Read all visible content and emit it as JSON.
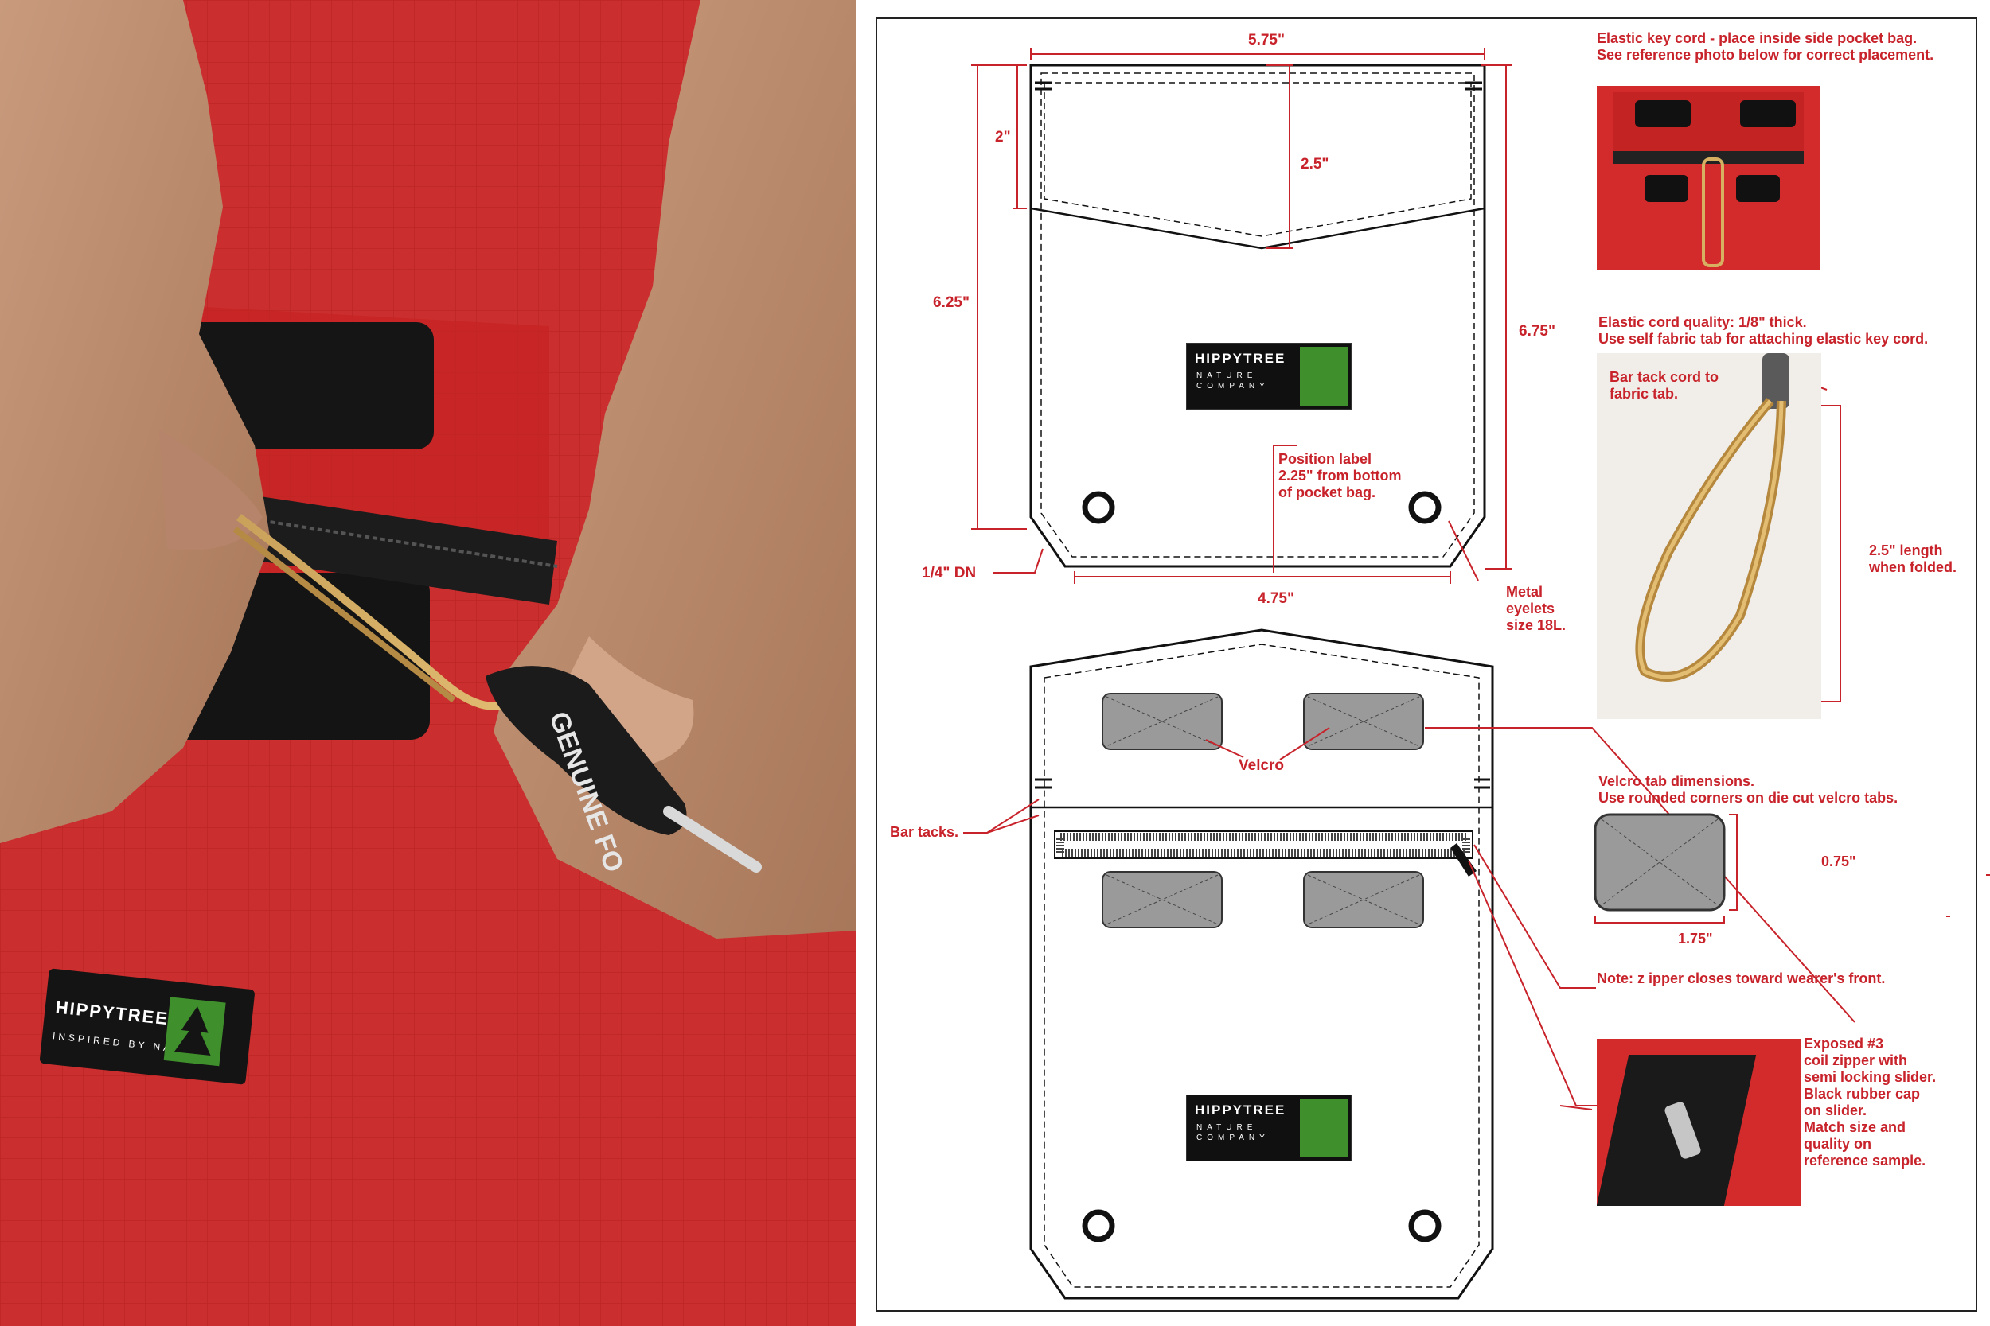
{
  "photo": {
    "label": {
      "brand": "HIPPYTREE",
      "tagline": "INSPIRED BY NATURE"
    },
    "key_text": "GENUINE FO"
  },
  "diagram": {
    "dims": {
      "width_top": "5.75\"",
      "flap_2": "2\"",
      "flap_25": "2.5\"",
      "height_625": "6.25\"",
      "height_675": "6.75\"",
      "bottom_475": "4.75\"",
      "corner": "1/4\" DN"
    },
    "position_label": "Position label\n2.25\" from bottom\nof pocket bag.",
    "metal_eyelets": "Metal\neyelets\nsize 18L.",
    "velcro": "Velcro",
    "bar_tacks": "Bar tacks.",
    "brand_label": {
      "brand": "HIPPYTREE",
      "line2": "NATURE",
      "line3": "COMPANY"
    }
  },
  "notes": {
    "key_cord": "Elastic key cord - place inside side pocket bag.\nSee reference photo below for correct placement.",
    "cord_quality": "Elastic cord quality: 1/8\" thick.\nUse self fabric tab for attaching elastic key cord.",
    "bar_tack_cord": "Bar tack cord to\nfabric tab.",
    "length_folded": "2.5\" length\nwhen folded.",
    "velcro_dims": "Velcro tab dimensions.\nUse rounded corners on die cut velcro tabs.",
    "velcro_h": "0.75\"",
    "velcro_w": "1.75\"",
    "zipper_note": "Note: z  ipper closes toward wearer's front.",
    "exposed_zipper": "Exposed #3\ncoil zipper with\nsemi locking slider.\nBlack rubber cap\non slider.\nMatch size and\nquality on\nreference sample."
  },
  "colors": {
    "accent": "#c8232b",
    "fabric": "#d32b2c",
    "velcro": "#9a9a9a"
  }
}
